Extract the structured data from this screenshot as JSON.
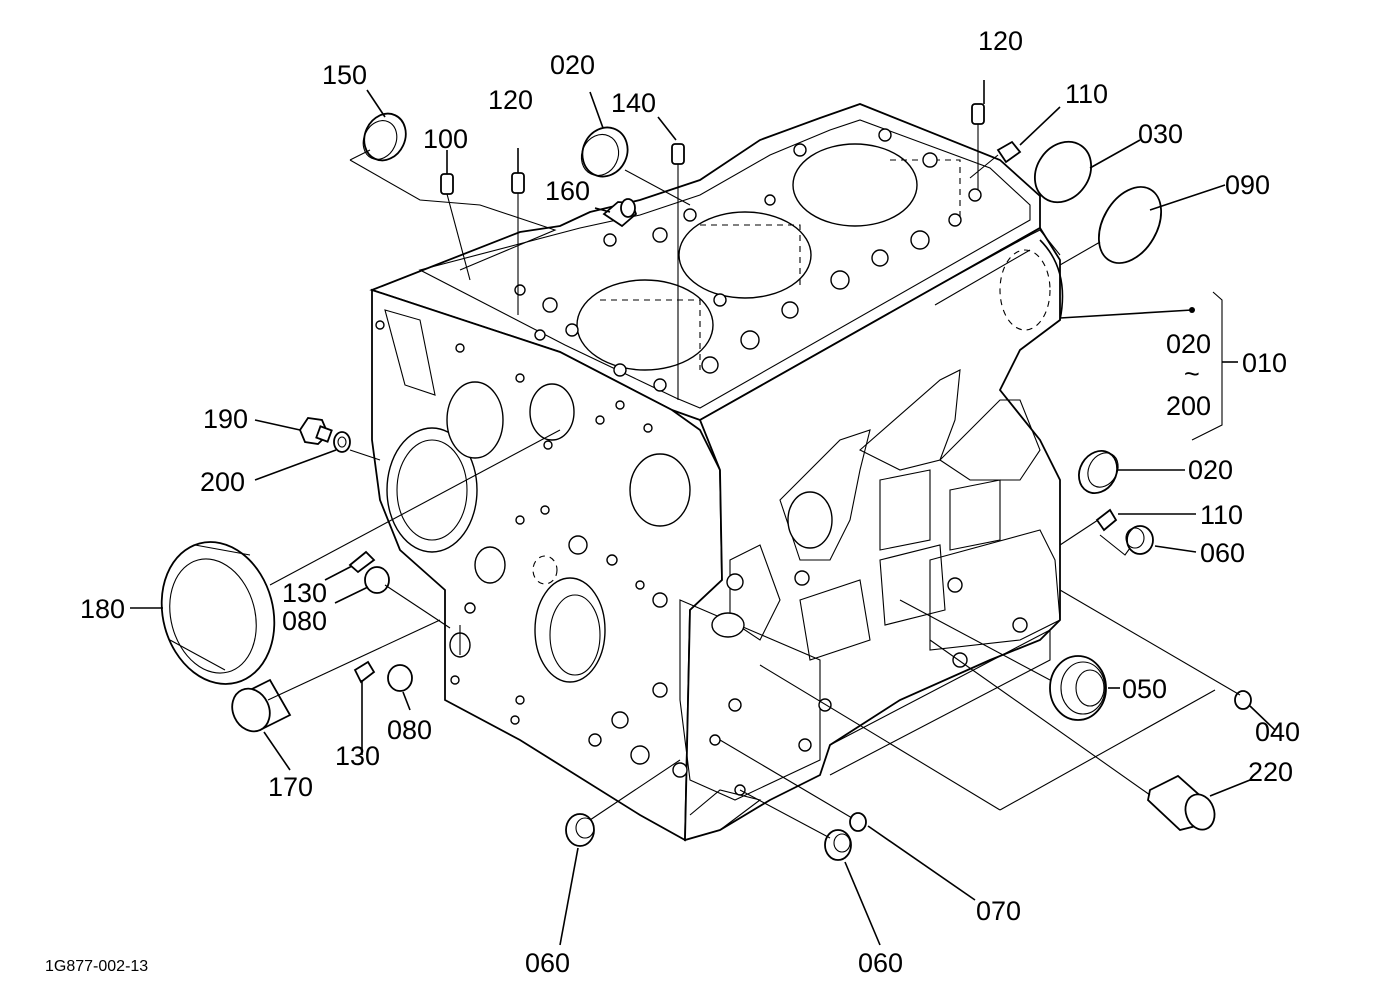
{
  "drawing_ref": "1G877-002-13",
  "callouts": [
    {
      "id": "c150",
      "text": "150"
    },
    {
      "id": "c100",
      "text": "100"
    },
    {
      "id": "c120a",
      "text": "120"
    },
    {
      "id": "c020a",
      "text": "020"
    },
    {
      "id": "c140",
      "text": "140"
    },
    {
      "id": "c160",
      "text": "160"
    },
    {
      "id": "c120b",
      "text": "120"
    },
    {
      "id": "c110a",
      "text": "110"
    },
    {
      "id": "c030",
      "text": "030"
    },
    {
      "id": "c090",
      "text": "090"
    },
    {
      "id": "c020r",
      "text": "020"
    },
    {
      "id": "ctilde",
      "text": "~"
    },
    {
      "id": "c200r",
      "text": "200"
    },
    {
      "id": "c010",
      "text": "010"
    },
    {
      "id": "c190",
      "text": "190"
    },
    {
      "id": "c200",
      "text": "200"
    },
    {
      "id": "c020b",
      "text": "020"
    },
    {
      "id": "c110b",
      "text": "110"
    },
    {
      "id": "c060a",
      "text": "060"
    },
    {
      "id": "c180",
      "text": "180"
    },
    {
      "id": "c130a",
      "text": "130"
    },
    {
      "id": "c080a",
      "text": "080"
    },
    {
      "id": "c050",
      "text": "050"
    },
    {
      "id": "c040",
      "text": "040"
    },
    {
      "id": "c130b",
      "text": "130"
    },
    {
      "id": "c080b",
      "text": "080"
    },
    {
      "id": "c220",
      "text": "220"
    },
    {
      "id": "c170",
      "text": "170"
    },
    {
      "id": "c070",
      "text": "070"
    },
    {
      "id": "c060b",
      "text": "060"
    },
    {
      "id": "c060c",
      "text": "060"
    }
  ]
}
